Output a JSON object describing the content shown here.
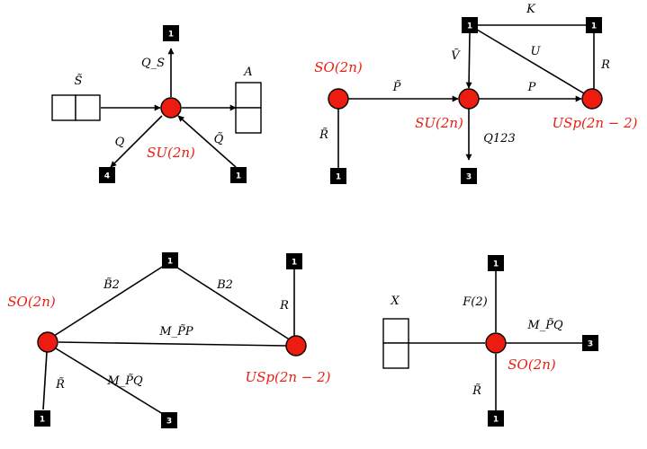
{
  "colors": {
    "gauge_node": "#ee1c10",
    "flavor_node": "#000000",
    "edge": "#000000"
  },
  "quivers": [
    {
      "id": "top-left",
      "nodes": [
        {
          "kind": "gauge",
          "label": "SU(2n)"
        },
        {
          "kind": "flavor",
          "label": "1"
        },
        {
          "kind": "flavor",
          "label": "4"
        },
        {
          "kind": "flavor",
          "label": "1"
        },
        {
          "kind": "tensor",
          "label": "S̃"
        },
        {
          "kind": "tensor",
          "label": "A"
        }
      ],
      "edges": [
        "Q_S",
        "Q",
        "Q̃",
        "S̃",
        "A"
      ]
    },
    {
      "id": "top-right",
      "nodes": [
        {
          "kind": "gauge",
          "label": "SO(2n)"
        },
        {
          "kind": "gauge",
          "label": "SU(2n)"
        },
        {
          "kind": "gauge",
          "label": "USp(2n − 2)"
        },
        {
          "kind": "flavor",
          "label": "1"
        },
        {
          "kind": "flavor",
          "label": "1"
        },
        {
          "kind": "flavor",
          "label": "3"
        },
        {
          "kind": "flavor",
          "label": "1"
        }
      ],
      "edges": [
        "P̃",
        "P",
        "R̃",
        "Q123",
        "Ṽ",
        "U",
        "K",
        "R"
      ]
    },
    {
      "id": "bottom-left",
      "nodes": [
        {
          "kind": "gauge",
          "label": "SO(2n)"
        },
        {
          "kind": "gauge",
          "label": "USp(2n − 2)"
        },
        {
          "kind": "flavor",
          "label": "1"
        },
        {
          "kind": "flavor",
          "label": "1"
        },
        {
          "kind": "flavor",
          "label": "1"
        },
        {
          "kind": "flavor",
          "label": "3"
        }
      ],
      "edges": [
        "B̃2",
        "B2",
        "R",
        "M_P̃P",
        "R̃",
        "M_P̃Q"
      ]
    },
    {
      "id": "bottom-right",
      "nodes": [
        {
          "kind": "gauge",
          "label": "SO(2n)"
        },
        {
          "kind": "flavor",
          "label": "1"
        },
        {
          "kind": "flavor",
          "label": "1"
        },
        {
          "kind": "flavor",
          "label": "3"
        },
        {
          "kind": "tensor",
          "label": "X"
        }
      ],
      "edges": [
        "F(2)",
        "M_P̃Q",
        "R̃",
        "X"
      ]
    }
  ]
}
